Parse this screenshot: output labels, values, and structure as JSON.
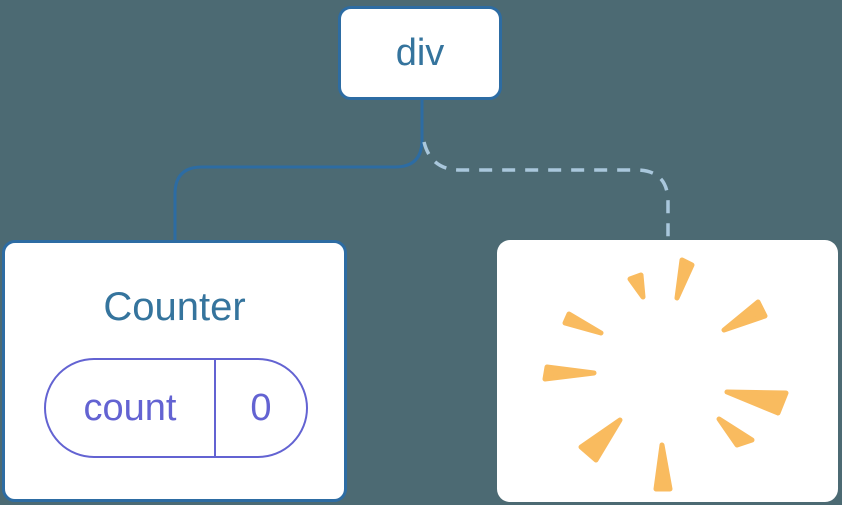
{
  "diagram": {
    "description": "React component tree diagram: div root with Counter child kept (solid link) and a removed child shown as a poof burst (dashed link)",
    "root": {
      "label": "div"
    },
    "counter": {
      "title": "Counter",
      "state": {
        "key": "count",
        "value": "0"
      }
    },
    "removed": {
      "icon": "poof-burst"
    },
    "links": [
      {
        "to": "counter",
        "style": "solid"
      },
      {
        "to": "removed",
        "style": "dashed"
      }
    ]
  },
  "colors": {
    "background": "#4c6a73",
    "node-blue": "#2d6ca3",
    "text-blue": "#35749d",
    "dashed-blue": "#a9c7dc",
    "state-purple": "#6363d2",
    "burst-orange": "#f9bb5f",
    "card-white": "#ffffff"
  }
}
